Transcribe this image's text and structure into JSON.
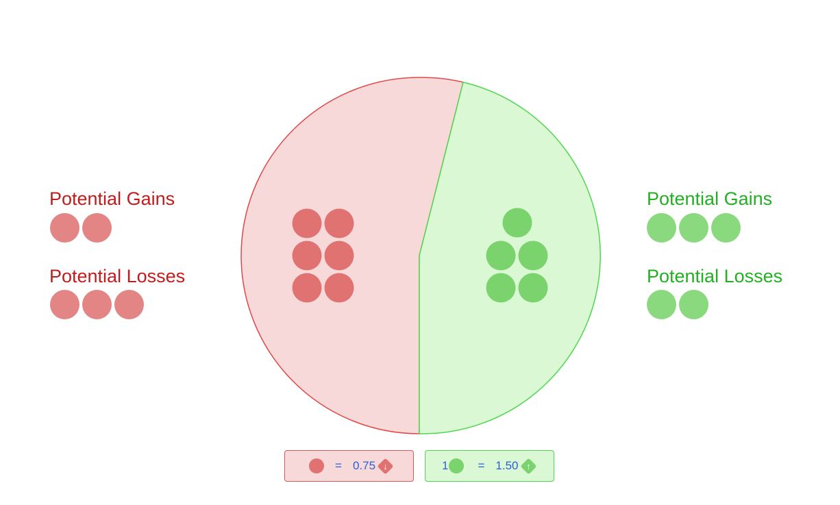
{
  "left_panel": {
    "gains_label": "Potential Gains",
    "gains_count": 2,
    "losses_label": "Potential Losses",
    "losses_count": 3,
    "color": "#c21b1b",
    "token_color": "#e48585"
  },
  "right_panel": {
    "gains_label": "Potential Gains",
    "gains_count": 3,
    "losses_label": "Potential Losses",
    "losses_count": 2,
    "color": "#22b022",
    "token_color": "#8bd97f"
  },
  "pie": {
    "red_tokens": 6,
    "green_tokens": 5,
    "red_fill": "#f8d9d9",
    "red_stroke": "#e04848",
    "green_fill": "#d9f8d3",
    "green_stroke": "#4fd64f",
    "red_token_color": "#e07272",
    "green_token_color": "#7bd36d"
  },
  "legend": {
    "red": {
      "prefix": "",
      "equals": "=",
      "value": "0.75",
      "arrow_icon": "arrow-down-icon",
      "arrow_glyph": "↓"
    },
    "green": {
      "prefix": "1",
      "equals": "=",
      "value": "1.50",
      "arrow_icon": "arrow-up-icon",
      "arrow_glyph": "↑"
    }
  }
}
